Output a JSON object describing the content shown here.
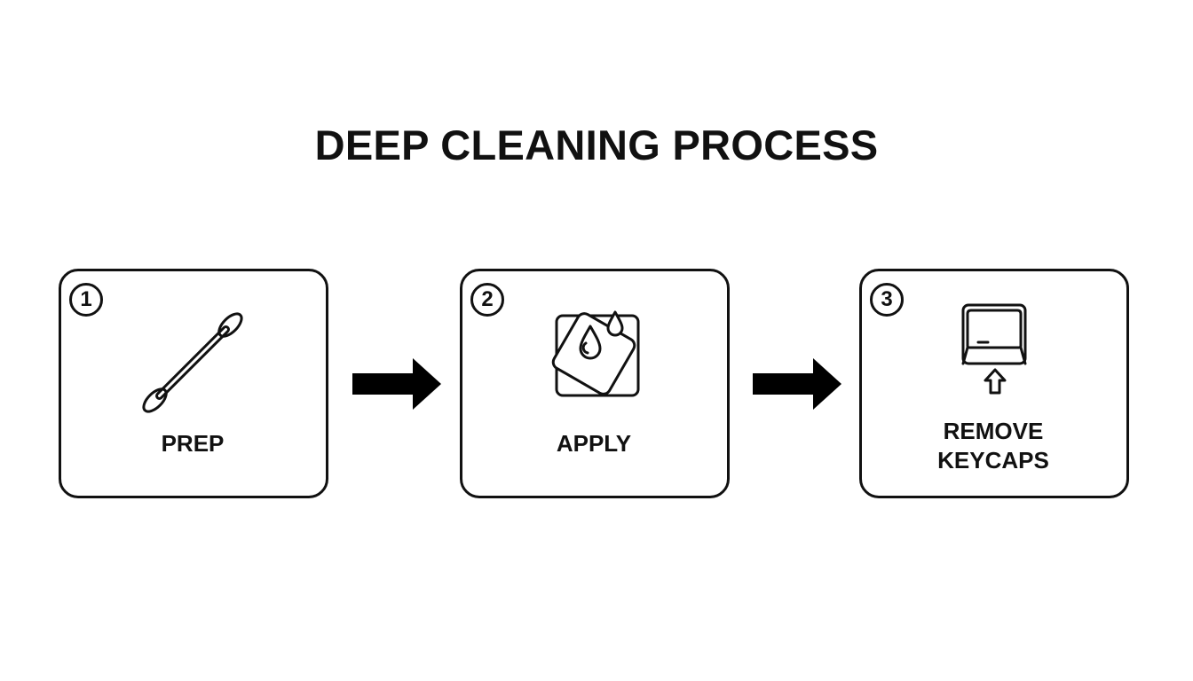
{
  "title": "DEEP CLEANING PROCESS",
  "colors": {
    "ink": "#111111",
    "background": "#ffffff"
  },
  "steps": [
    {
      "number": "1",
      "label": "PREP",
      "icon": "cotton-swab-icon"
    },
    {
      "number": "2",
      "label": "APPLY",
      "icon": "cleaning-wipes-drops-icon"
    },
    {
      "number": "3",
      "label": "REMOVE\nKEYCAPS",
      "icon": "keycap-removal-icon"
    }
  ]
}
